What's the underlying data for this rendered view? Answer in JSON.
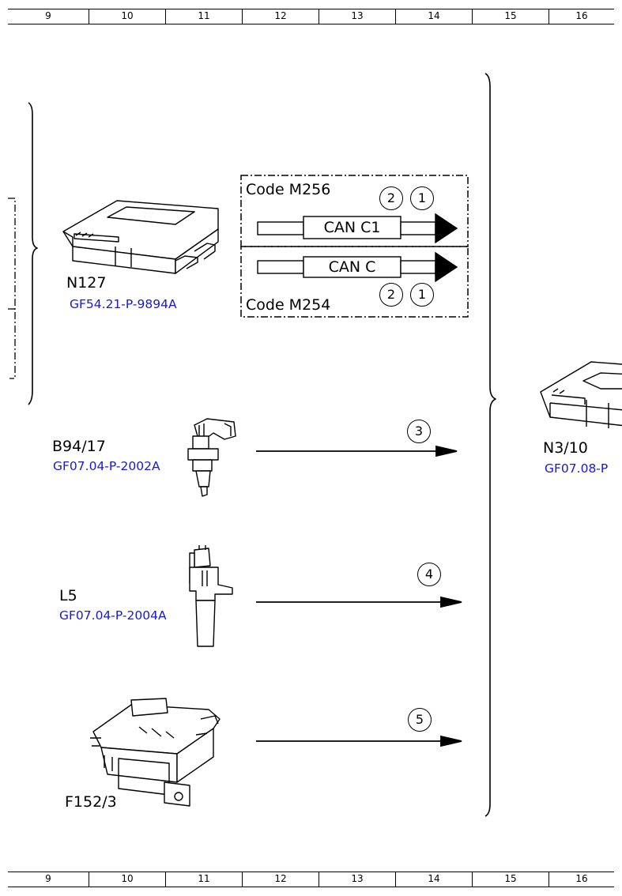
{
  "ruler": {
    "cells": [
      "9",
      "10",
      "11",
      "12",
      "13",
      "14",
      "15",
      "16"
    ]
  },
  "components": {
    "n127": {
      "label": "N127",
      "ref": "GF54.21-P-9894A"
    },
    "b94_17": {
      "label": "B94/17",
      "ref": "GF07.04-P-2002A"
    },
    "l5": {
      "label": "L5",
      "ref": "GF07.04-P-2004A"
    },
    "f152_3": {
      "label": "F152/3"
    },
    "n3_10": {
      "label": "N3/10",
      "ref": "GF07.08-P"
    }
  },
  "variants": {
    "m256": {
      "code": "Code M256",
      "bus": "CAN C1",
      "marks": [
        "2",
        "1"
      ]
    },
    "m254": {
      "code": "Code M254",
      "bus": "CAN C",
      "marks": [
        "2",
        "1"
      ]
    }
  },
  "signals": [
    "3",
    "4",
    "5"
  ]
}
